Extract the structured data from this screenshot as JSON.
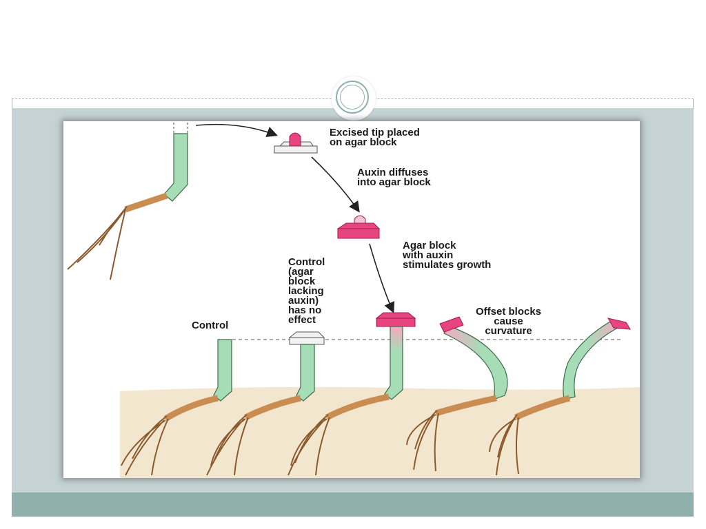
{
  "slide": {
    "colors": {
      "band": "#c5d3d5",
      "footer": "#8fb0ad",
      "frame": "#9fb6b3"
    }
  },
  "diagram": {
    "labels": {
      "excised_tip": "Excised tip placed\non agar block",
      "auxin_diffuses": "Auxin diffuses\ninto agar block",
      "agar_with_auxin": "Agar block\nwith auxin\nstimulates growth",
      "control_lacking": "Control\n(agar\nblock\nlacking\nauxin)\nhas no\neffect",
      "control": "Control",
      "offset_blocks": "Offset blocks\ncause\ncurvature"
    },
    "colors": {
      "coleoptile": "#a6dcb6",
      "auxin_block": "#e6457f",
      "tip": "#f4a9c3",
      "plain_block": "#f2f2f2",
      "root": "#c98d52",
      "soil": "#f3e6cf"
    }
  }
}
